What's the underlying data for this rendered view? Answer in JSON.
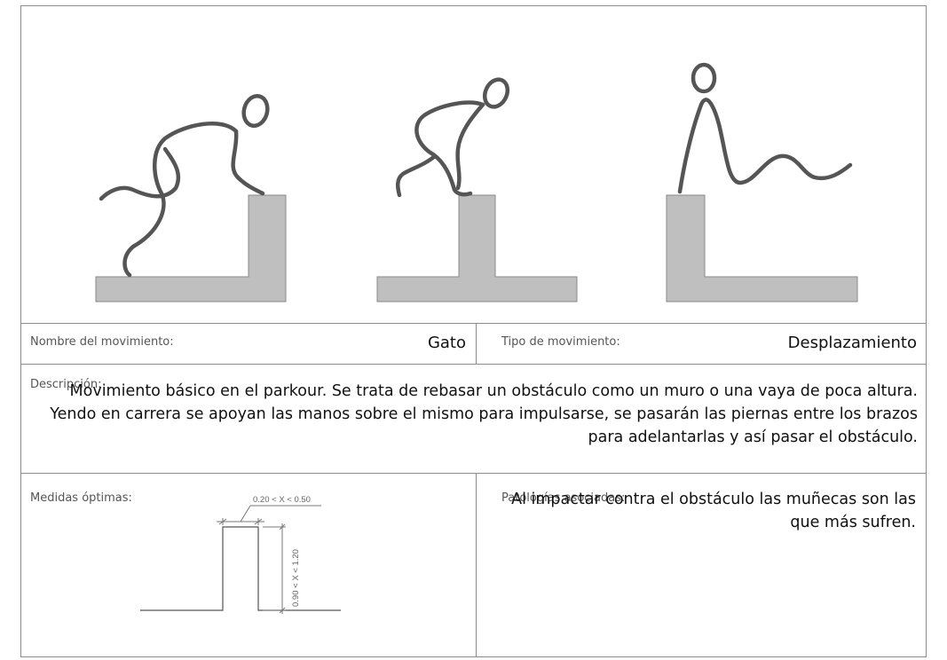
{
  "fields": {
    "nombre_label": "Nombre del movimiento:",
    "nombre_value": "Gato",
    "tipo_label": "Tipo de movimiento:",
    "tipo_value": "Desplazamiento",
    "descripcion_label": "Descripción:",
    "descripcion_text": "Movimiento básico en el parkour. Se trata de rebasar un obstáculo como un muro o una vaya de poca altura. Yendo en carrera se apoyan las manos sobre el mismo para impulsarse, se pasarán las piernas entre los brazos para adelantarlas y así pasar el obstáculo.",
    "medidas_label": "Medidas óptimas:",
    "medidas_width": "0.20 < X <  0.50",
    "medidas_height": "0.90 < X < 1.20",
    "patologias_label": "Patologías asociadas:",
    "patologias_text": "Al impactar contra el obstáculo las muñecas son las que más sufren."
  },
  "colors": {
    "figure_stroke": "#555555",
    "obstacle_fill": "#bfbfbf",
    "border": "#8a8a8a"
  }
}
